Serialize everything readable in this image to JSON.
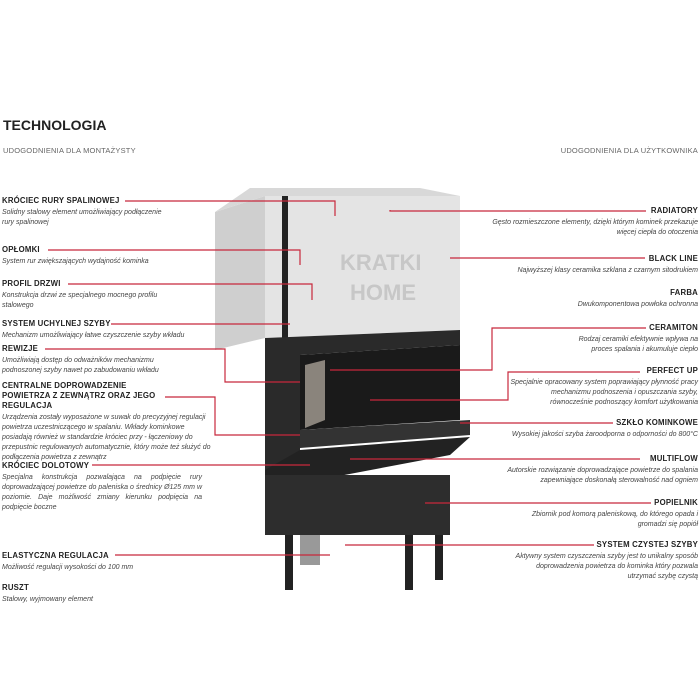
{
  "title": "TECHNOLOGIA",
  "subtitle_left": "UDOGODNIENIA DLA MONTAŻYSTY",
  "subtitle_right": "UDOGODNIENIA DLA UŻYTKOWNIKA",
  "left": [
    {
      "h": "KRÓCIEC RURY SPALINOWEJ",
      "p": "Solidny stalowy element umożliwiający podłączenie rury spalinowej"
    },
    {
      "h": "OPŁOMKI",
      "p": "System rur zwiększających wydajność kominka"
    },
    {
      "h": "PROFIL DRZWI",
      "p": "Konstrukcja drzwi ze specjalnego mocnego profilu stalowego"
    },
    {
      "h": "SYSTEM UCHYLNEJ SZYBY",
      "p": "Mechanizm umożliwiający łatwe czyszczenie szyby wkładu"
    },
    {
      "h": "REWIZJE",
      "p": "Umożliwiają dostęp do odważników mechanizmu podnoszonej szyby nawet po zabudowaniu wkładu"
    },
    {
      "h": "CENTRALNE DOPROWADZENIE POWIETRZA Z ZEWNĄTRZ ORAZ JEGO REGULACJA",
      "p": "Urządzenia zostały wyposażone w suwak do precyzyjnej regulacji powietrza uczestniczącego w spalaniu. Wkłady kominkowe posiadają również w standardzie króciec przy - łączeniowy do przepustnic regulowanych automatycznie, który może też służyć do podłączenia powietrza z zewnątrz"
    },
    {
      "h": "KRÓCIEC DOLOTOWY",
      "p": "Specjalna konstrukcja pozwalająca na podpięcie rury doprowadzającej powietrze do paleniska o średnicy Ø125 mm w poziomie. Daje możliwość zmiany kierunku podpięcia na podpięcie boczne"
    },
    {
      "h": "ELASTYCZNA REGULACJA",
      "p": "Możliwość regulacji wysokości do 100 mm"
    },
    {
      "h": "RUSZT",
      "p": "Stalowy, wyjmowany element"
    }
  ],
  "right": [
    {
      "h": "RADIATORY",
      "p": "Gęsto rozmieszczone elementy, dzięki którym kominek przekazuje więcej ciepła do otoczenia"
    },
    {
      "h": "BLACK LINE",
      "p": "Najwyższej klasy ceramika szklana z czarnym sitodrukiem"
    },
    {
      "h": "FARBA",
      "p": "Dwukomponentowa powłoka ochronna"
    },
    {
      "h": "CERAMITON",
      "p": "Rodzaj ceramiki efektywnie wpływa na proces spalania i akumuluje ciepło"
    },
    {
      "h": "PERFECT UP",
      "p": "Specjalnie opracowany system poprawiający płynność pracy mechanizmu podnoszenia i opuszczania szyby, równocześnie podnoszący komfort użytkowania"
    },
    {
      "h": "SZKŁO KOMINKOWE",
      "p": "Wysokiej jakości szyba żaroodporna o odporności do 800°C"
    },
    {
      "h": "MULTIFLOW",
      "p": "Autorskie rozwiązanie doprowadzające powietrze do spalania zapewniające doskonałą sterowalność nad ogniem"
    },
    {
      "h": "POPIELNIK",
      "p": "Zbiornik pod komorą paleniskową, do którego opada i gromadzi się popiół"
    },
    {
      "h": "SYSTEM CZYSTEJ SZYBY",
      "p": "Aktywny system czyszczenia szyby jest to unikalny sposób doprowadzenia powietrza do kominka który pozwala utrzymać szybę czystą"
    }
  ],
  "logo_text": "KRATKI HOME",
  "colors": {
    "line": "#c8283c",
    "heading": "#222222",
    "text": "#444444"
  }
}
